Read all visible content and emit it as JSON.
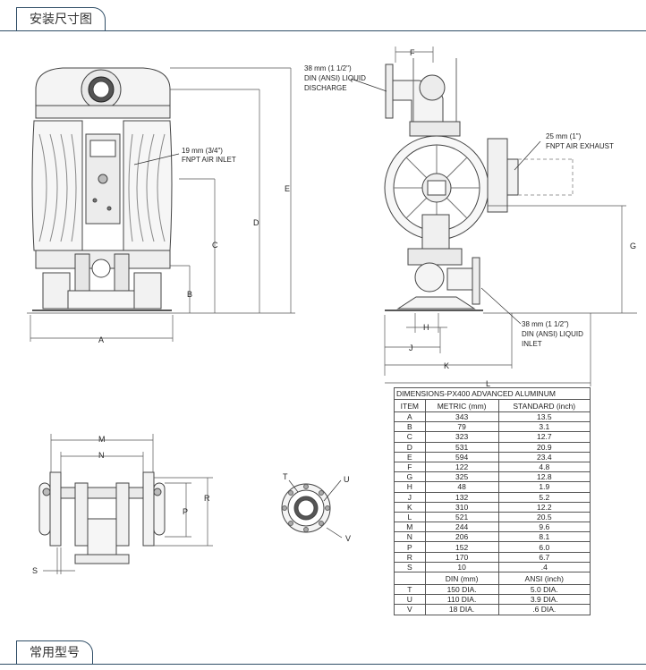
{
  "sections": {
    "install_dimensions": "安装尺寸图",
    "common_models": "常用型号"
  },
  "callouts": {
    "discharge": [
      "38 mm (1 1/2\")",
      "DIN (ANSI) LIQUID",
      "DISCHARGE"
    ],
    "air_inlet": [
      "19 mm (3/4\")",
      "FNPT AIR INLET"
    ],
    "air_exhaust": [
      "25 mm (1\")",
      "FNPT AIR EXHAUST"
    ],
    "liquid_inlet": [
      "38 mm (1 1/2\")",
      "DIN (ANSI) LIQUID",
      "INLET"
    ]
  },
  "dimension_letters": {
    "A": "A",
    "B": "B",
    "C": "C",
    "D": "D",
    "E": "E",
    "F": "F",
    "G": "G",
    "H": "H",
    "J": "J",
    "K": "K",
    "L": "L",
    "M": "M",
    "N": "N",
    "P": "P",
    "R": "R",
    "S": "S",
    "T": "T",
    "U": "U",
    "V": "V"
  },
  "table": {
    "title": "DIMENSIONS-PX400 ADVANCED  ALUMINUM",
    "headers": [
      "ITEM",
      "METRIC (mm)",
      "STANDARD (inch)"
    ],
    "rows": [
      [
        "A",
        "343",
        "13.5"
      ],
      [
        "B",
        "79",
        "3.1"
      ],
      [
        "C",
        "323",
        "12.7"
      ],
      [
        "D",
        "531",
        "20.9"
      ],
      [
        "E",
        "594",
        "23.4"
      ],
      [
        "F",
        "122",
        "4.8"
      ],
      [
        "G",
        "325",
        "12.8"
      ],
      [
        "H",
        "48",
        "1.9"
      ],
      [
        "J",
        "132",
        "5.2"
      ],
      [
        "K",
        "310",
        "12.2"
      ],
      [
        "L",
        "521",
        "20.5"
      ],
      [
        "M",
        "244",
        "9.6"
      ],
      [
        "N",
        "206",
        "8.1"
      ],
      [
        "P",
        "152",
        "6.0"
      ],
      [
        "R",
        "170",
        "6.7"
      ],
      [
        "S",
        "10",
        ".4"
      ]
    ],
    "sub_headers": [
      "DIN (mm)",
      "ANSI (inch)"
    ],
    "flange_rows": [
      [
        "T",
        "150 DIA.",
        "5.0 DIA."
      ],
      [
        "U",
        "110 DIA.",
        "3.9 DIA."
      ],
      [
        "V",
        "18 DIA.",
        ".6 DIA."
      ]
    ]
  }
}
